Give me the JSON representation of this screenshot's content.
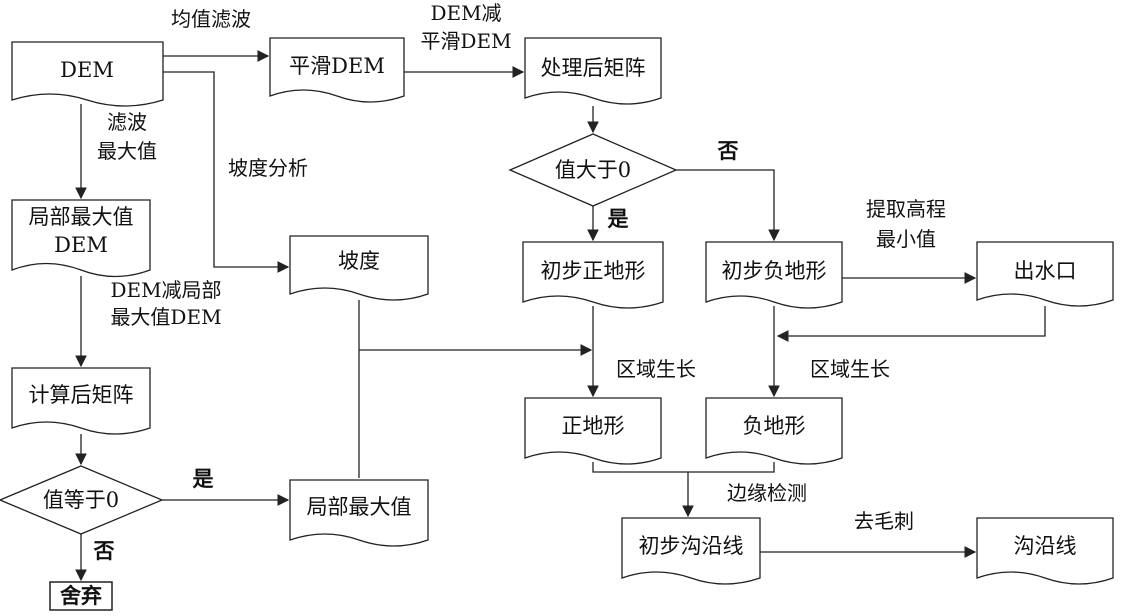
{
  "nodes": {
    "dem": "DEM",
    "smooth_dem": "平滑DEM",
    "processed_matrix": "处理后矩阵",
    "gt_zero": "值大于0",
    "local_max_dem_1": "局部最大值",
    "local_max_dem_2": "DEM",
    "slope": "坡度",
    "pos_initial": "初步正地形",
    "neg_initial": "初步负地形",
    "outlet": "出水口",
    "computed_matrix": "计算后矩阵",
    "positive_landform": "正地形",
    "negative_landform": "负地形",
    "eq_zero": "值等于0",
    "local_max": "局部最大值",
    "gully_initial": "初步沟沿线",
    "gully_line": "沟沿线",
    "discard": "舍弃"
  },
  "edges": {
    "mean_filter": "均值滤波",
    "dem_minus_smooth_1": "DEM减",
    "dem_minus_smooth_2": "平滑DEM",
    "filter_max_1": "滤波",
    "filter_max_2": "最大值",
    "slope_analysis": "坡度分析",
    "no_top": "否",
    "yes_mid": "是",
    "extract_min_1": "提取高程",
    "extract_min_2": "最小值",
    "dem_minus_local_1": "DEM减局部",
    "dem_minus_local_2": "最大值DEM",
    "region_grow_left": "区域生长",
    "region_grow_right": "区域生长",
    "yes_bottom": "是",
    "no_bottom": "否",
    "edge_detect": "边缘检测",
    "deburr": "去毛刺"
  }
}
